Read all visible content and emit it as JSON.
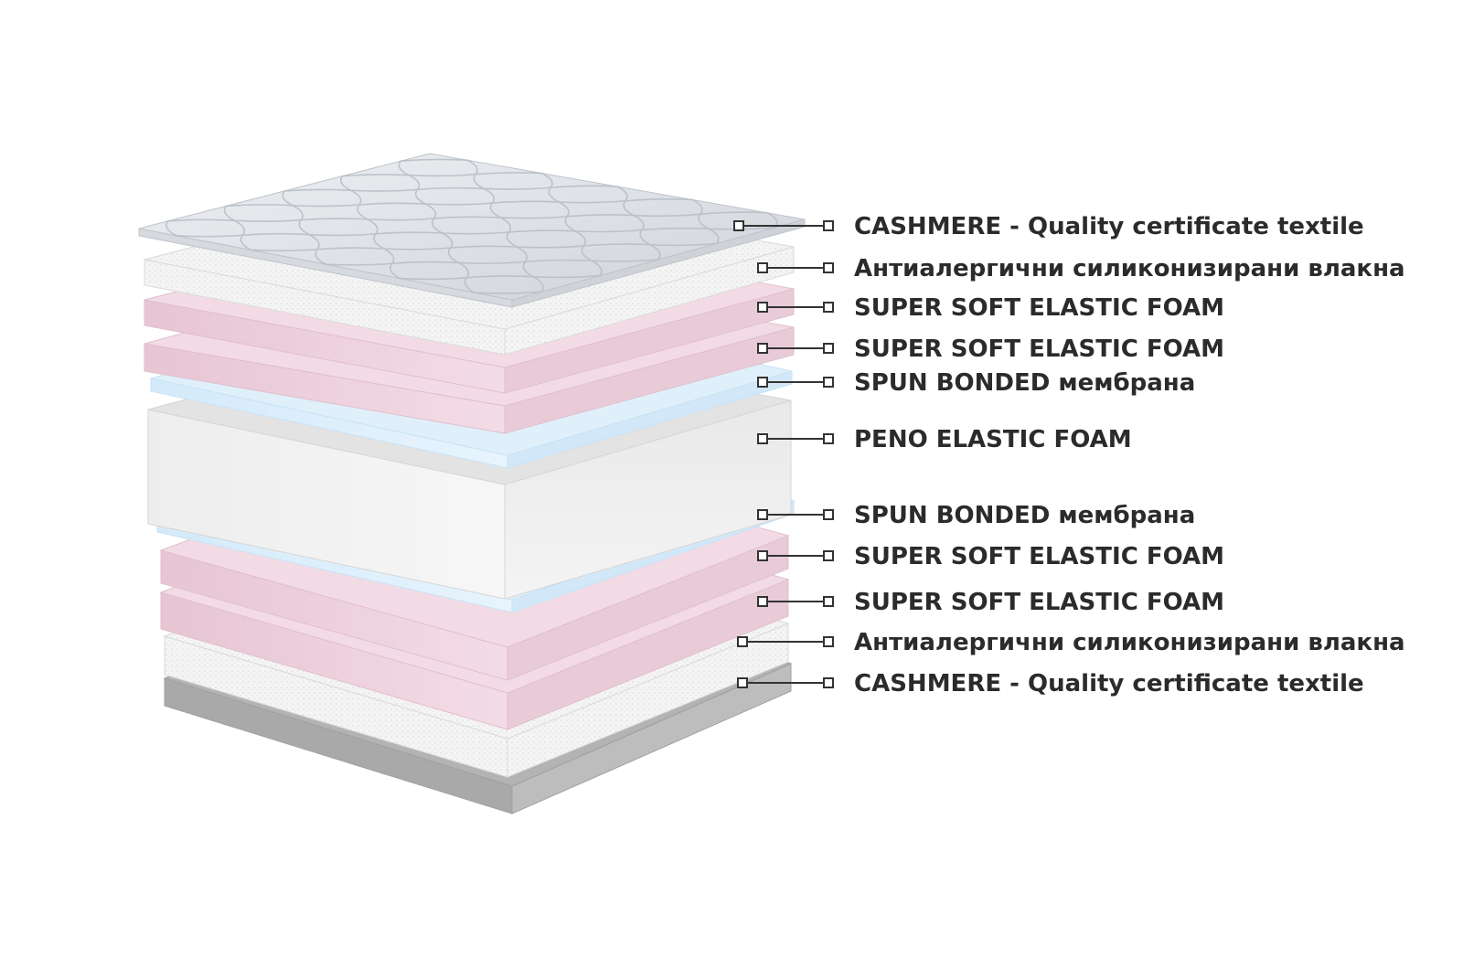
{
  "layers": [
    {
      "id": "top-cashmere",
      "label": "CASHMERE - Quality certificate textile",
      "material": "quilted-textile",
      "color": "#e4e6ea"
    },
    {
      "id": "top-fibers",
      "label": "Антиалергични силиконизирани влакна",
      "material": "fiber",
      "color": "#f1f1f1"
    },
    {
      "id": "top-foam-1",
      "label": "SUPER SOFT ELASTIC FOAM",
      "material": "foam",
      "color": "#f1d6e2"
    },
    {
      "id": "top-foam-2",
      "label": "SUPER SOFT ELASTIC FOAM",
      "material": "foam",
      "color": "#f1d6e2"
    },
    {
      "id": "top-membrane",
      "label": "SPUN BONDED мембрана",
      "material": "membrane",
      "color": "#d7ecfa"
    },
    {
      "id": "core",
      "label": "PENO ELASTIC FOAM",
      "material": "core-foam",
      "color": "#f2f2f2"
    },
    {
      "id": "bottom-membrane",
      "label": "SPUN BONDED мембрана",
      "material": "membrane",
      "color": "#d7ecfa"
    },
    {
      "id": "bottom-foam-1",
      "label": "SUPER SOFT ELASTIC FOAM",
      "material": "foam",
      "color": "#f1d6e2"
    },
    {
      "id": "bottom-foam-2",
      "label": "SUPER SOFT ELASTIC FOAM",
      "material": "foam",
      "color": "#f1d6e2"
    },
    {
      "id": "bottom-fibers",
      "label": "Антиалергични силиконизирани влакна",
      "material": "fiber",
      "color": "#f1f1f1"
    },
    {
      "id": "bottom-cashmere",
      "label": "CASHMERE - Quality certificate textile",
      "material": "textile",
      "color": "#b9b9b9"
    }
  ]
}
